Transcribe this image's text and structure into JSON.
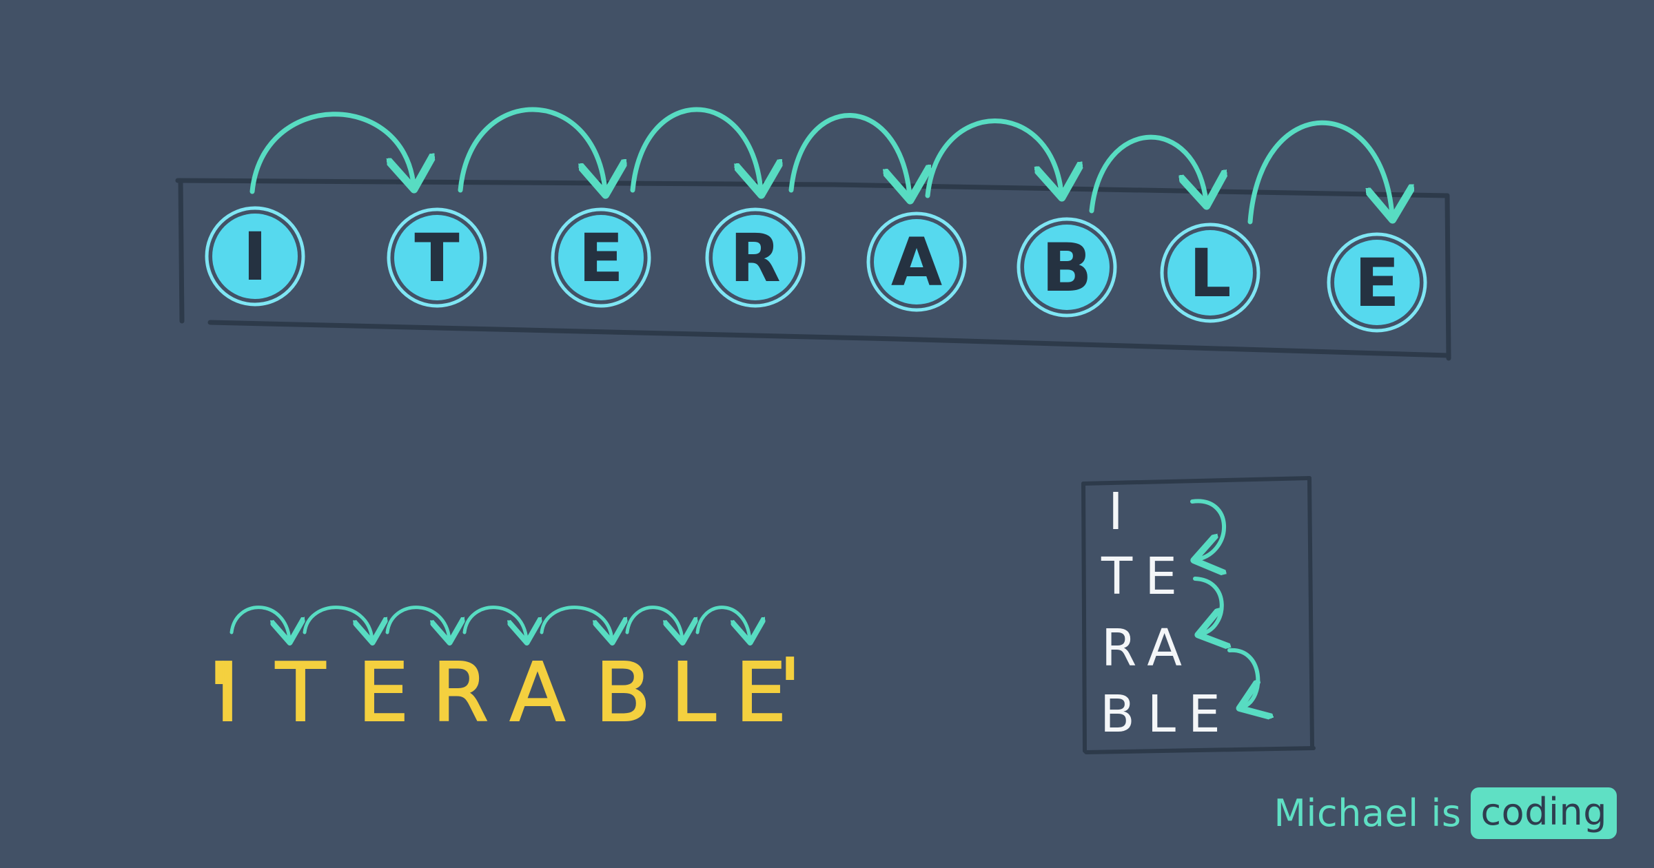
{
  "colors": {
    "background": "#425166",
    "frame_stroke": "#2d3a4a",
    "bubble_fill": "#56d9ee",
    "bubble_ring": "#7fe6f4",
    "bubble_letter": "#253241",
    "arrow": "#58dcc2",
    "string_text": "#f4d03f",
    "list_text": "#f4f6f8",
    "brand_text": "#5fe0c4"
  },
  "top_row": {
    "letters": [
      "I",
      "T",
      "E",
      "R",
      "A",
      "B",
      "L",
      "E"
    ]
  },
  "string_row": {
    "open_quote": "'",
    "letters": [
      "I",
      "T",
      "E",
      "R",
      "A",
      "B",
      "L",
      "E"
    ],
    "close_quote": "'"
  },
  "vertical_box": {
    "lines": [
      "I",
      "TE",
      "RA",
      "BLE"
    ]
  },
  "branding": {
    "prefix": "Michael is",
    "highlight": "coding"
  }
}
